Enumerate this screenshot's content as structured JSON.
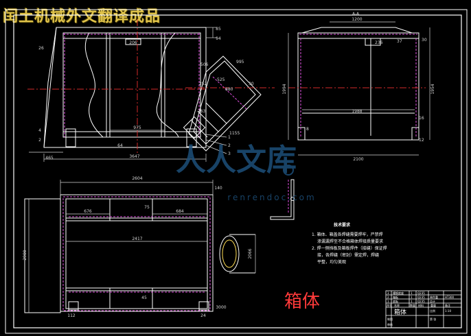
{
  "banner": "闰土机械外文翻译成品",
  "watermark": {
    "main": "人人文库",
    "url": "renrendoc.com"
  },
  "drawing_title": "箱体",
  "technical_requirements": {
    "title": "技术要求",
    "lines": [
      "1. 箱体、箱盖各焊缝需要焊牢，严禁焊",
      "渗漏漏焊至不合格箱体焊接质量要求",
      "2. 焊一侧挡板及箱板焊件（接缝）保证焊",
      "接，各焊缝（密封）需定焊，焊缝",
      "平整，均匀美观"
    ]
  },
  "colors": {
    "line": "#ffffff",
    "dim": "#d6d6d6",
    "center": "#d42a2a",
    "hidden": "#e050e0",
    "title_red": "#ff3a3a",
    "banner": "#e0c34a",
    "watermark": "#1d4f7a"
  },
  "dimensions": {
    "top_left_view": [
      "3647",
      "975",
      "64",
      "465",
      "206",
      "94",
      "85",
      "4",
      "26",
      "2"
    ],
    "top_right_view": [
      "1200",
      "1988",
      "2100",
      "1994",
      "1954",
      "236",
      "37",
      "30",
      "16",
      "12",
      "8",
      "A-A"
    ],
    "middle_view": [
      "506",
      "995",
      "880",
      "525",
      "252",
      "30",
      "263",
      "1155",
      "1",
      "2",
      "3"
    ],
    "bottom_view": [
      "2604",
      "140",
      "676",
      "684",
      "2417",
      "2900",
      "3000",
      "112",
      "24",
      "75",
      "45"
    ],
    "side_view": [
      "2066"
    ]
  },
  "title_block": {
    "rows": [
      [
        "3",
        "槽钢底座",
        "1",
        "Q235",
        "",
        ""
      ],
      [
        "2",
        "箱板",
        "1",
        "Q235",
        "单件重",
        "HT300"
      ],
      [
        "1",
        "底板",
        "1",
        "Q235",
        "总计",
        ""
      ],
      [
        "序号",
        "名称",
        "数量",
        "材料",
        "重量",
        "备注"
      ]
    ],
    "name": "箱体",
    "scale_label": "比例",
    "scale": "1:10",
    "sheet_label": "第 张",
    "drawn_label": "制图",
    "check_label": "审核"
  }
}
